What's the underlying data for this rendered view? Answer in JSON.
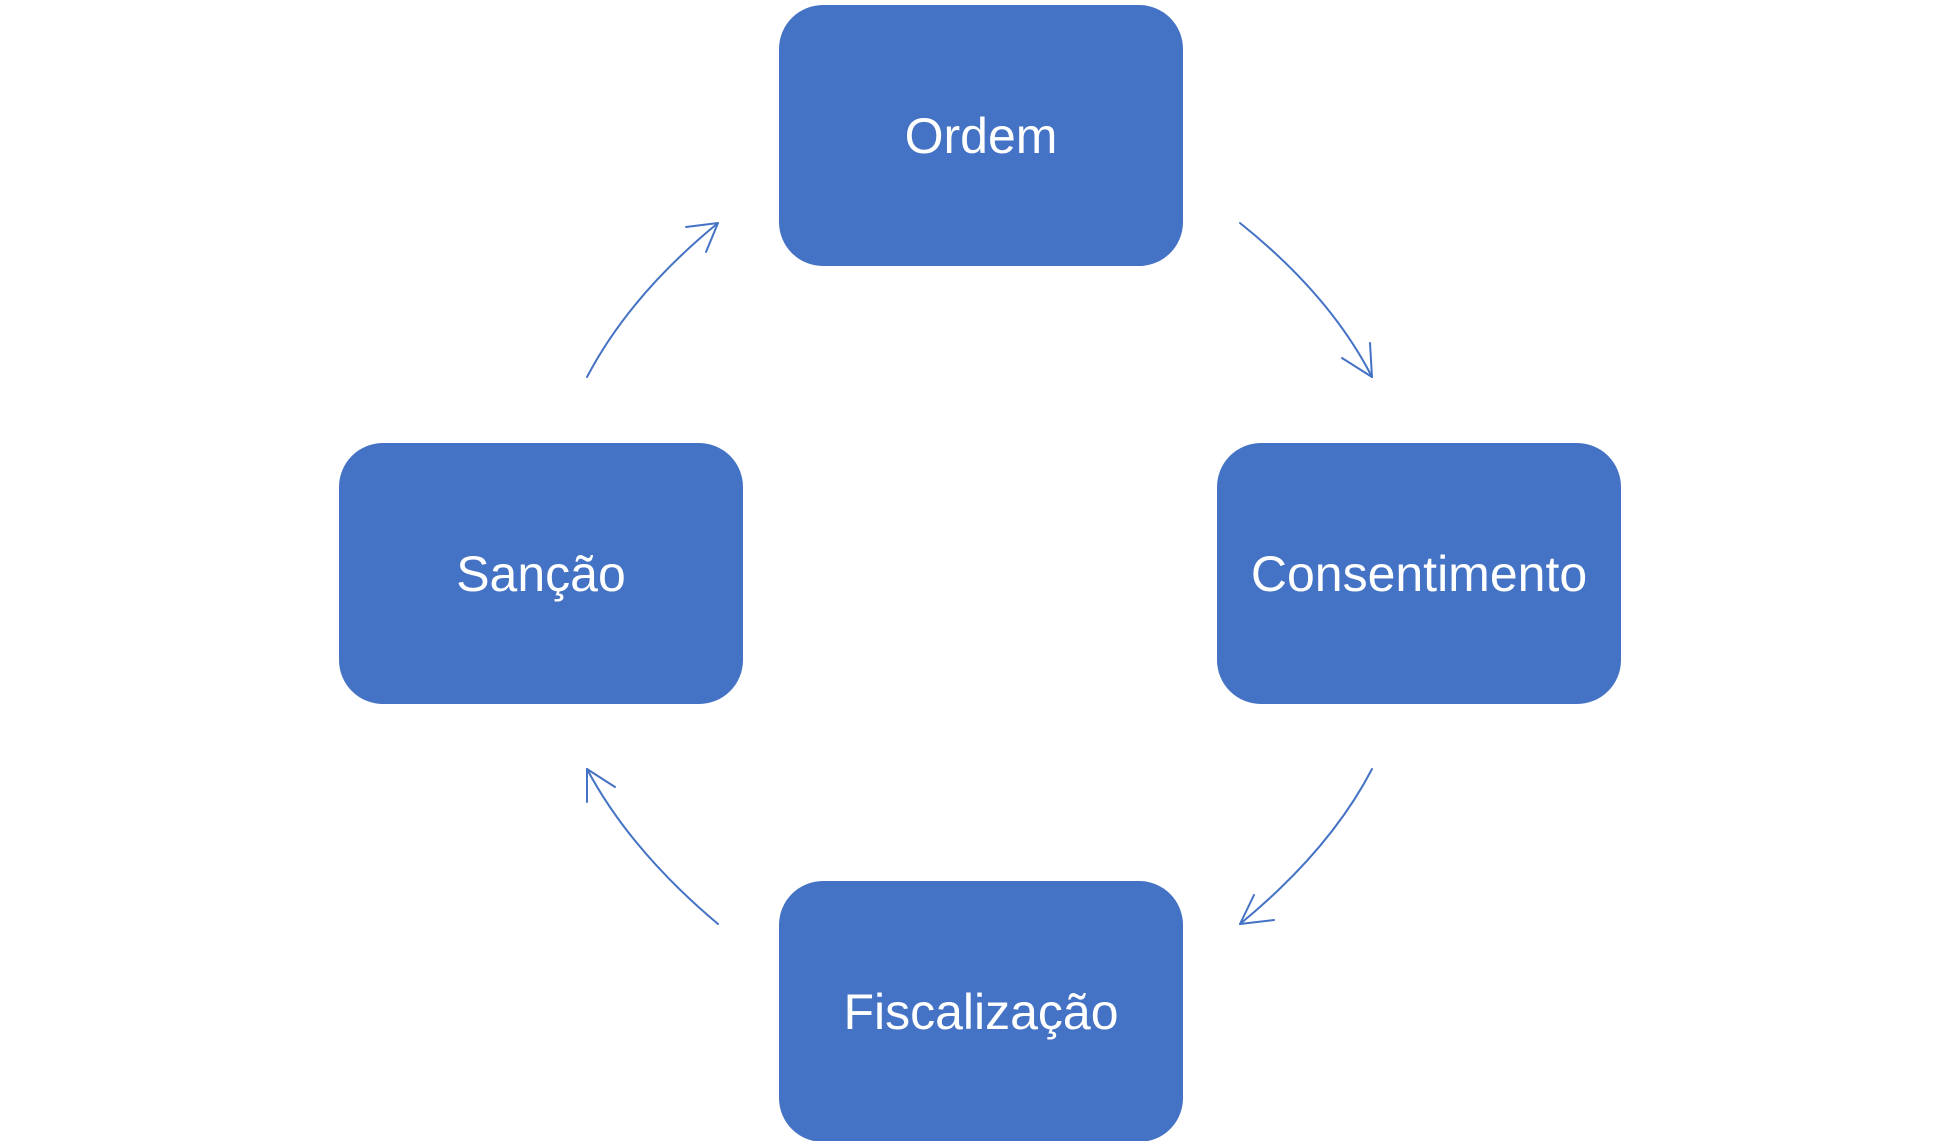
{
  "colors": {
    "node_fill": "#4472C4",
    "node_text": "#FFFFFF",
    "arrow": "#4472C4",
    "background": "#FFFFFF"
  },
  "cycle": {
    "nodes": [
      {
        "label": "Ordem"
      },
      {
        "label": "Consentimento"
      },
      {
        "label": "Fiscalização"
      },
      {
        "label": "Sanção"
      }
    ]
  }
}
